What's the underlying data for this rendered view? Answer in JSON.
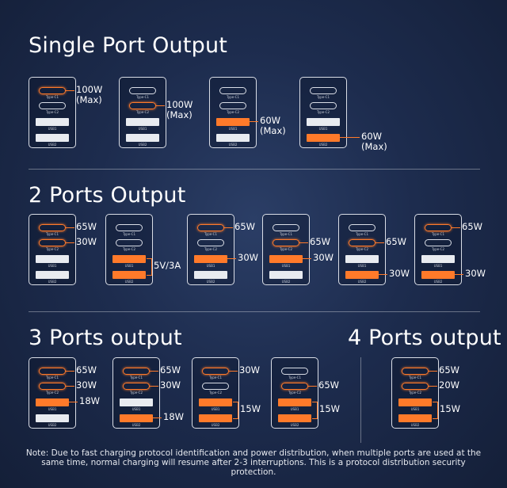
{
  "sections": {
    "single": "Single Port Output",
    "two": "2 Ports Output",
    "three": "3 Ports output",
    "four": "4 Ports output"
  },
  "port_names": {
    "c1": "Type-C1",
    "c2": "Type-C2",
    "u1": "USB1",
    "u2": "USB2"
  },
  "labels": {
    "w100": "100W",
    "max": "(Max)",
    "w60": "60W",
    "w65": "65W",
    "w30": "30W",
    "w20": "20W",
    "w18": "18W",
    "w15": "15W",
    "v5a3": "5V/3A"
  },
  "note": "Note: Due to fast charging protocol identification and power distribution, when multiple ports are used at the same time, normal charging will resume after 2-3 interruptions. This is a protocol distribution security protection.",
  "colors": {
    "accent": "#ff7a2a",
    "background": "#1d2c4e"
  }
}
